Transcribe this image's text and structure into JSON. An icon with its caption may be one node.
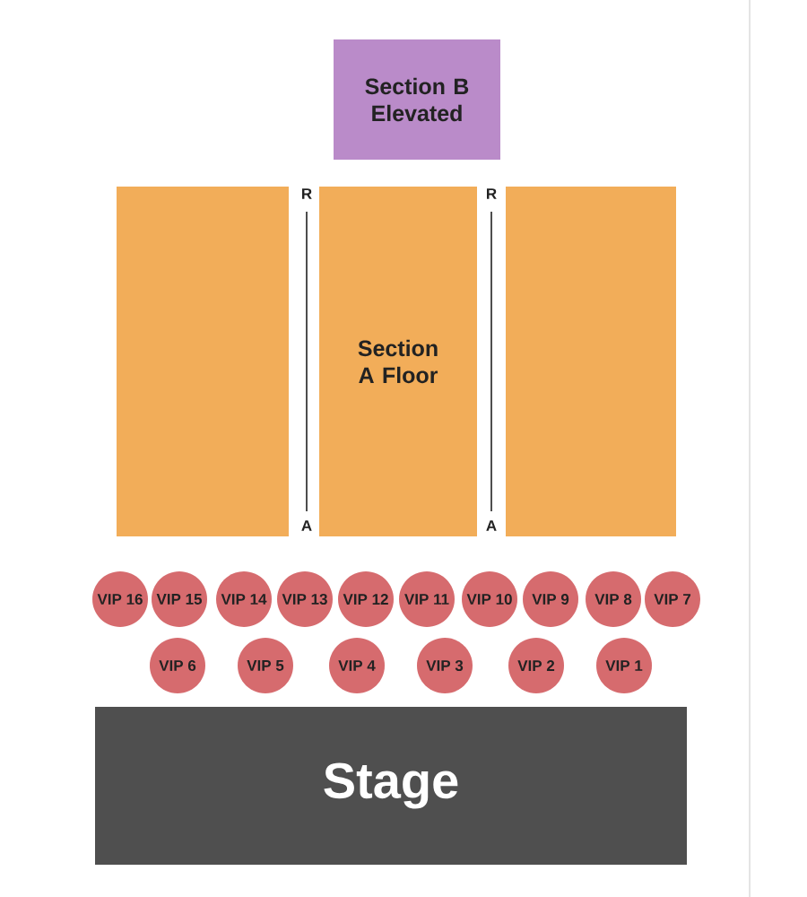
{
  "diagram": {
    "nodes": [
      {
        "text": [
          "Section B Elevated"
        ]
      },
      {
        "text": [],
        "shape": "box"
      },
      {
        "text": [
          "Section A Floor"
        ]
      },
      {
        "text": [],
        "shape": "box"
      },
      {
        "text": [
          "VIP 16"
        ]
      },
      {
        "text": [
          "VIP 15"
        ]
      },
      {
        "text": [
          "VIP 14"
        ]
      },
      {
        "text": [
          "VIP 13"
        ]
      },
      {
        "text": [
          "VIP 12"
        ]
      },
      {
        "text": [
          "VIP 11"
        ]
      },
      {
        "text": [
          "VIP 10"
        ]
      },
      {
        "text": [
          "VIP 9"
        ]
      },
      {
        "text": [
          "VIP 8"
        ]
      },
      {
        "text": [
          "VIP 7"
        ]
      },
      {
        "text": [
          "VIP 6"
        ]
      },
      {
        "text": [
          "VIP 5"
        ]
      },
      {
        "text": [
          "VIP 4"
        ]
      },
      {
        "text": [
          "VIP 3"
        ]
      },
      {
        "text": [
          "VIP 2"
        ]
      },
      {
        "text": [
          "VIP 1"
        ]
      },
      {
        "text": [
          "Stage"
        ]
      }
    ],
    "labels": [
      "R",
      "R",
      "A",
      "A"
    ]
  }
}
